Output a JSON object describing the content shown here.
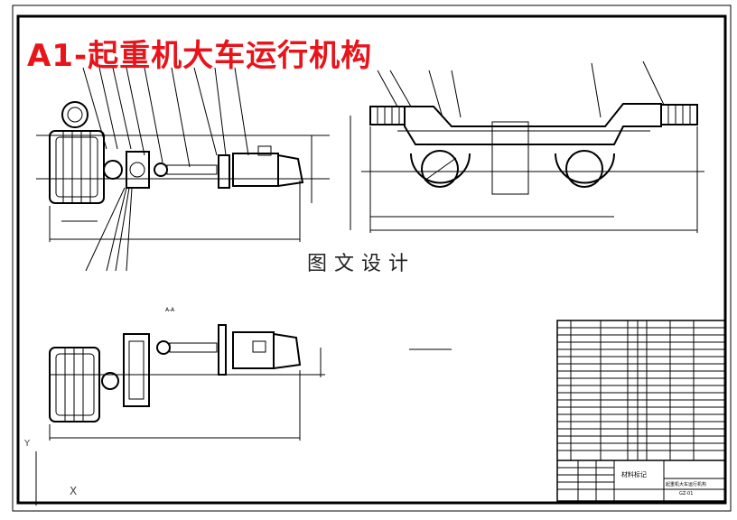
{
  "title": "A1-起重机大车运行机构",
  "watermark": "图文设计",
  "section_label": "A-A",
  "notes": {
    "heading": "",
    "lines": []
  },
  "title_block": {
    "drawing_name": "起重机大车运行机构",
    "material_label": "材料标记",
    "code": "GZ-01"
  },
  "axes": {
    "y_label": "Y",
    "x_label": "X"
  },
  "colors": {
    "title": "#e8141a",
    "line": "#000000",
    "frame": "#000000"
  }
}
